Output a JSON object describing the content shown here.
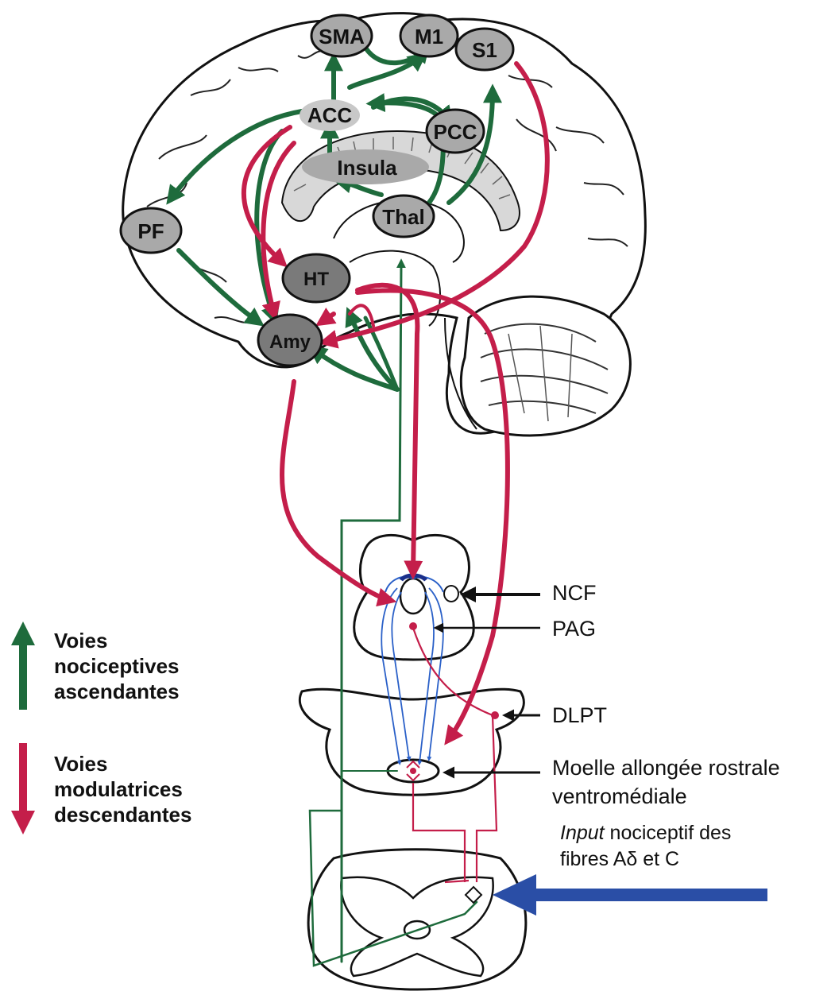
{
  "nodes": {
    "sma": "SMA",
    "m1": "M1",
    "s1": "S1",
    "acc": "ACC",
    "pcc": "PCC",
    "insula": "Insula",
    "thal": "Thal",
    "pf": "PF",
    "ht": "HT",
    "amy": "Amy"
  },
  "structures": {
    "ncf": "NCF",
    "pag": "PAG",
    "dlpt": "DLPT",
    "rvm_line1": "Moelle allongée rostrale",
    "rvm_line2": "ventromédiale"
  },
  "input_label": {
    "italic": "Input",
    "rest_line1": " nociceptif des",
    "line2": "fibres Aδ et C"
  },
  "legend": {
    "ascending": [
      "Voies",
      "nociceptives",
      "ascendantes"
    ],
    "descending": [
      "Voies",
      "modulatrices",
      "descendantes"
    ]
  },
  "colors": {
    "ascending": "#1e6b3c",
    "descending": "#c41e4a",
    "input_arrow": "#2a4ea6",
    "node_fill": "#a9a9a9",
    "node_dark_fill": "#7a7a7a"
  }
}
